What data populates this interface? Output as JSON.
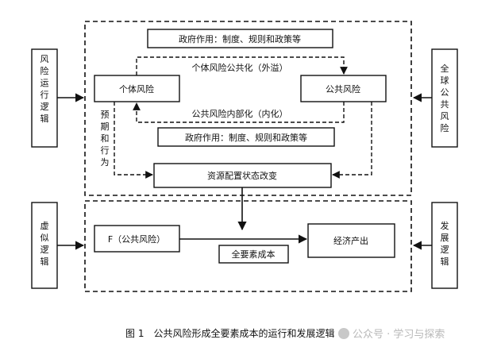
{
  "left_boxes": {
    "top": "风险运行逻辑",
    "bottom": "虚似逻辑"
  },
  "right_boxes": {
    "top": "全球公共风险",
    "bottom": "发展逻辑"
  },
  "upper_section": {
    "policy_top": "政府作用：制度、规则和政策等",
    "spillover": "个体风险公共化（外溢）",
    "individual_risk": "个体风险",
    "public_risk": "公共风险",
    "internalization": "公共风险内部化（内化）",
    "policy_bottom": "政府作用：制度、规则和政策等",
    "expected_behavior": "预期和行为",
    "resource_change": "资源配置状态改变"
  },
  "lower_section": {
    "f_public_risk": "F（公共风险）",
    "economic_output": "经济产出",
    "factor_cost": "全要素成本"
  },
  "caption": "图 1　公共风险形成全要素成本的运行和发展逻辑",
  "watermark": "公众号 · 学习与探索",
  "colors": {
    "line": "#111111",
    "watermark": "#b8b8b8"
  }
}
